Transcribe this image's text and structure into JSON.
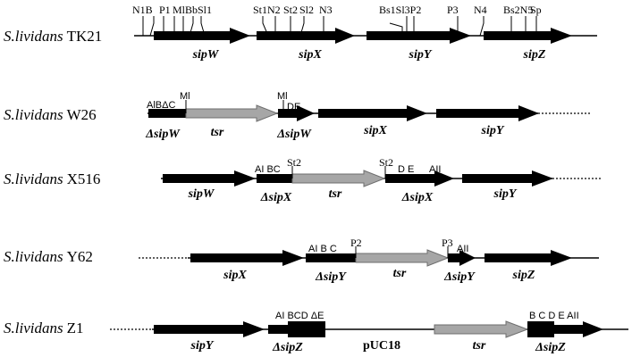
{
  "figure": {
    "rows": [
      {
        "id": "tk21",
        "strain_prefix": "S.lividans",
        "strain_code": "TK21",
        "genes": {
          "sipW": "sipW",
          "sipX": "sipX",
          "sipY": "sipY",
          "sipZ": "sipZ"
        },
        "sites": {
          "s1": "N1B",
          "s2": "P1",
          "s3": "MlBbSl1",
          "s4": "St1N2",
          "s5": "St2",
          "s6": "Sl2",
          "s7": "N3",
          "s8": "Bs1Sl3P2",
          "s9": "P3",
          "s10": "N4",
          "s11": "Bs2N5",
          "s12": "Sp"
        }
      },
      {
        "id": "w26",
        "strain_prefix": "S.lividans",
        "strain_code": "W26",
        "genes": {
          "delta_sipW_a": "ΔsipW",
          "tsr": "tsr",
          "delta_sipW_b": "ΔsipW",
          "sipX": "sipX",
          "sipY": "sipY"
        },
        "sites": {
          "s1": "AlBΔC",
          "s2": "Ml",
          "s3": "Ml",
          "s4": "DE"
        }
      },
      {
        "id": "x516",
        "strain_prefix": "S.lividans",
        "strain_code": "X516",
        "genes": {
          "sipW": "sipW",
          "delta_sipX_a": "ΔsipX",
          "tsr": "tsr",
          "delta_sipX_b": "ΔsipX",
          "sipY": "sipY"
        },
        "sites": {
          "s1": "AI BC",
          "s2": "St2",
          "s3": "St2",
          "s4": "D E",
          "s5": "AII"
        }
      },
      {
        "id": "y62",
        "strain_prefix": "S.lividans",
        "strain_code": "Y62",
        "genes": {
          "sipX": "sipX",
          "delta_sipY_a": "ΔsipY",
          "tsr": "tsr",
          "delta_sipY_b": "ΔsipY",
          "sipZ": "sipZ"
        },
        "sites": {
          "s1": "AI B C",
          "s2": "P2",
          "s3": "P3",
          "s4": "AII"
        }
      },
      {
        "id": "z1",
        "strain_prefix": "S.lividans",
        "strain_code": "Z1",
        "genes": {
          "sipY": "sipY",
          "delta_sipZ_a": "ΔsipZ",
          "puc18": "pUC18",
          "tsr": "tsr",
          "delta_sipZ_b": "ΔsipZ"
        },
        "sites": {
          "s1": "AI BCD ΔE",
          "s2": "B C D E AII"
        }
      }
    ],
    "colors": {
      "gene_arrow": "#000000",
      "tsr_arrow": "#a6a6a6",
      "tsr_outline": "#6e6e6e",
      "line": "#000000"
    }
  }
}
